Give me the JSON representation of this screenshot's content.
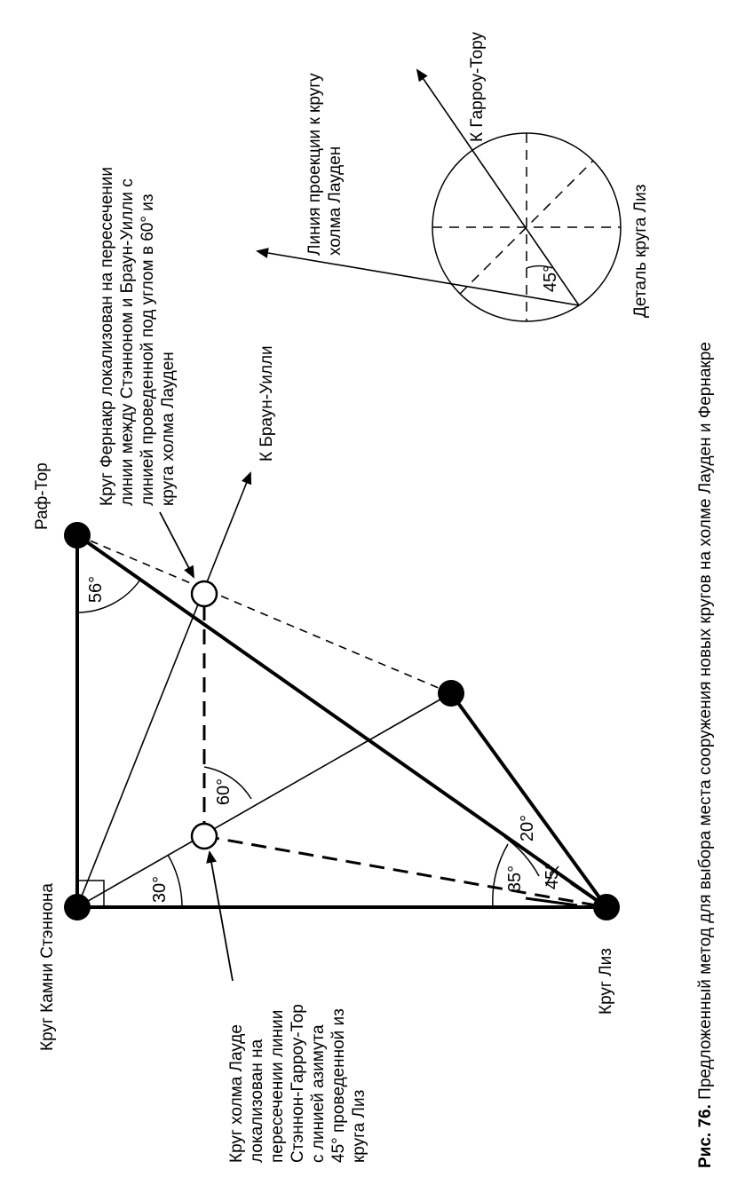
{
  "labels": {
    "stannon": "Круг Камни Стэннона",
    "louden_note": [
      "Круг холма Лауде",
      "локализован на",
      "пересечении линии",
      "Стэннон-Гарроу-Тор",
      "с линией азимута",
      "45°  проведенной из",
      "круга Лиз"
    ],
    "leaze": "Круг Лиз",
    "fernacre_note": [
      "Круг Фернакр локализован на пересечении",
      "линии между Стэнноном и Браун-Уилли с",
      "линией  проведенной под углом в 60° из",
      "круга холма Лауден"
    ],
    "rough_tor": "Раф-Тор",
    "brown_willy": "К Браун-Уилли",
    "garrow_tor": "К Гарроу-Тору",
    "projection": [
      "Линия проекции к кругу",
      "холма Лауден"
    ],
    "detail": "Деталь круга Лиз"
  },
  "angles": {
    "a56": "56°",
    "a60": "60°",
    "a30": "30°",
    "a20": "20°",
    "a35": "35°",
    "a45": "45°",
    "a45_detail": "45°"
  },
  "caption": {
    "prefix": "Рис. 76.",
    "text": " Предложенный метод для выбора места сооружения новых кругов на холме Лауден и Фернакре"
  }
}
